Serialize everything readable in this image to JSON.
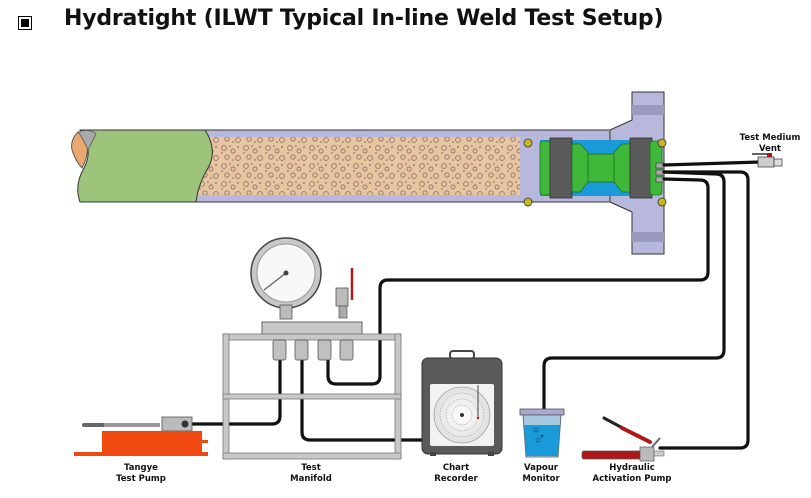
{
  "header": {
    "bullet_icon": "square-bullet-icon",
    "title": "Hydratight (ILWT Typical In-line Weld Test Setup)"
  },
  "diagram": {
    "components": [
      {
        "id": "tangye-test-pump",
        "label_line1": "Tangye",
        "label_line2": "Test Pump"
      },
      {
        "id": "test-manifold",
        "label_line1": "Test",
        "label_line2": "Manifold"
      },
      {
        "id": "chart-recorder",
        "label_line1": "Chart",
        "label_line2": "Recorder"
      },
      {
        "id": "vapour-monitor",
        "label_line1": "Vapour",
        "label_line2": "Monitor"
      },
      {
        "id": "hydraulic-activation-pump",
        "label_line1": "Hydraulic",
        "label_line2": "Activation Pump"
      },
      {
        "id": "test-medium-vent",
        "label_line1": "Test Medium",
        "label_line2": "Vent"
      }
    ],
    "colors": {
      "pipe_coating": "#9cc47a",
      "pipe_wall": "#b8b8dc",
      "fill_material": "#e8c4a0",
      "tool_green": "#3fb83a",
      "tool_gray": "#5a5a5a",
      "test_water": "#1a9ad8",
      "hose": "#111111",
      "pump_red": "#f04a12",
      "handle_red": "#b01818",
      "frame_gray": "#c8c8c8"
    }
  }
}
